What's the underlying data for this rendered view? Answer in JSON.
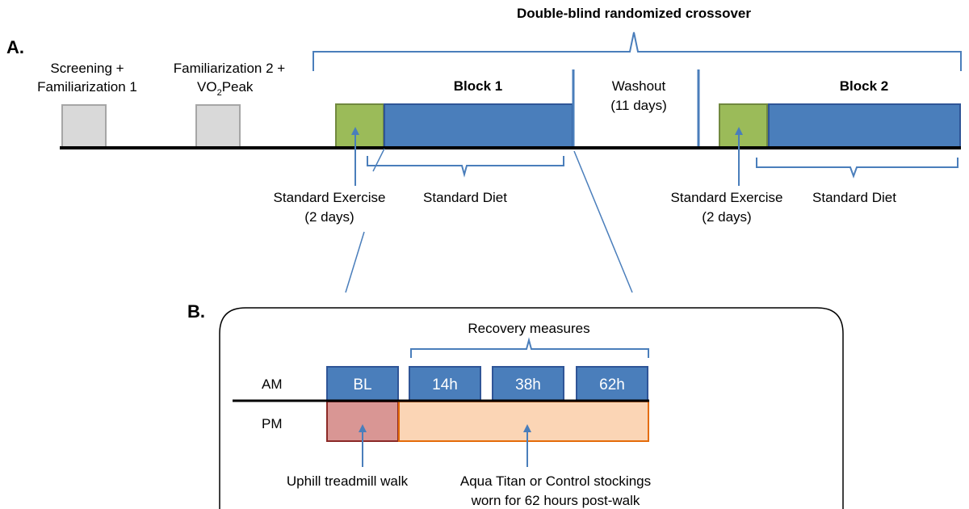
{
  "panel_a": {
    "label": "A.",
    "crossover_title": "Double-blind randomized crossover",
    "screening_line1": "Screening +",
    "screening_line2": "Familiarization 1",
    "familiarization2_line1": "Familiarization 2 +",
    "vo2_prefix": "VO",
    "vo2_sub": "2",
    "vo2_suffix": "Peak",
    "block1_title": "Block 1",
    "block2_title": "Block 2",
    "washout_line1": "Washout",
    "washout_line2": "(11 days)",
    "b1_exercise_line1": "Standard Exercise",
    "b1_exercise_line2": "(2 days)",
    "b1_diet": "Standard Diet",
    "b2_exercise_line1": "Standard Exercise",
    "b2_exercise_line2": "(2 days)",
    "b2_diet": "Standard Diet"
  },
  "panel_b": {
    "label": "B.",
    "recovery_title": "Recovery measures",
    "am_label": "AM",
    "pm_label": "PM",
    "timepoints": [
      "BL",
      "14h",
      "38h",
      "62h"
    ],
    "walk_label": "Uphill treadmill walk",
    "stockings_line1": "Aqua Titan or Control stockings",
    "stockings_line2": "worn for 62 hours post-walk"
  },
  "colors": {
    "blue_fill": "#4a7ebb",
    "blue_stroke": "#2f5597",
    "green_fill": "#9bbb59",
    "green_stroke": "#71893f",
    "grey_fill": "#d9d9d9",
    "grey_stroke": "#a6a6a6",
    "bracket_line": "#4a7ebb",
    "red_fill": "#d99694",
    "red_stroke": "#8b2a27",
    "peach_fill": "#fbd5b5",
    "peach_stroke": "#e46c0a"
  }
}
